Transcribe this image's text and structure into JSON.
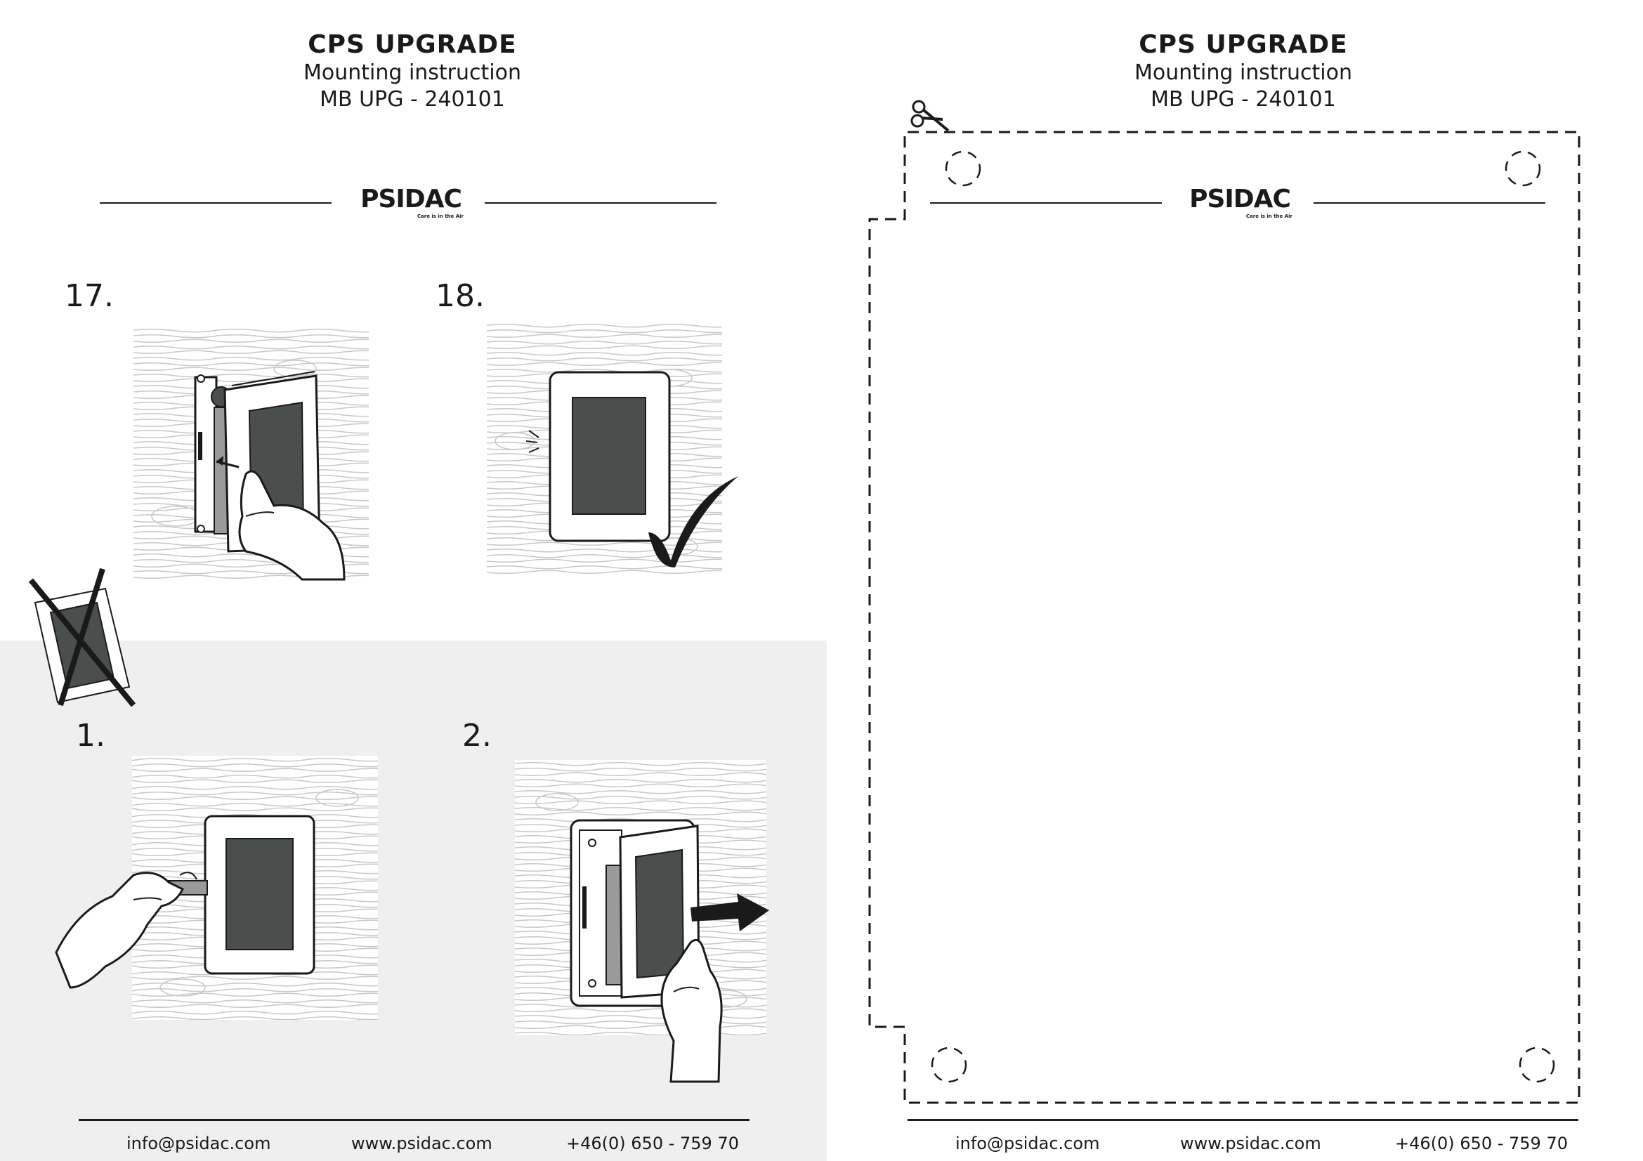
{
  "pages": [
    {
      "title": "CPS UPGRADE",
      "subtitle": "Mounting instruction",
      "code": "MB UPG - 240101",
      "logo": {
        "name": "PSIDAC",
        "tagline": "Care is in the Air"
      },
      "steps": [
        {
          "number": "17."
        },
        {
          "number": "18."
        },
        {
          "number": "1."
        },
        {
          "number": "2."
        }
      ],
      "footer": {
        "email": "info@psidac.com",
        "website": "www.psidac.com",
        "phone": "+46(0) 650 - 759 70"
      }
    },
    {
      "title": "CPS UPGRADE",
      "subtitle": "Mounting instruction",
      "code": "MB UPG - 240101",
      "logo": {
        "name": "PSIDAC",
        "tagline": "Care is in the Air"
      },
      "footer": {
        "email": "info@psidac.com",
        "website": "www.psidac.com",
        "phone": "+46(0) 650 - 759 70"
      }
    }
  ],
  "colors": {
    "panel_grey": "#eeefee",
    "screen_dark": "#4a4f4d",
    "wood_grain": "#c8c8c8",
    "ink": "#1a1a1a"
  }
}
